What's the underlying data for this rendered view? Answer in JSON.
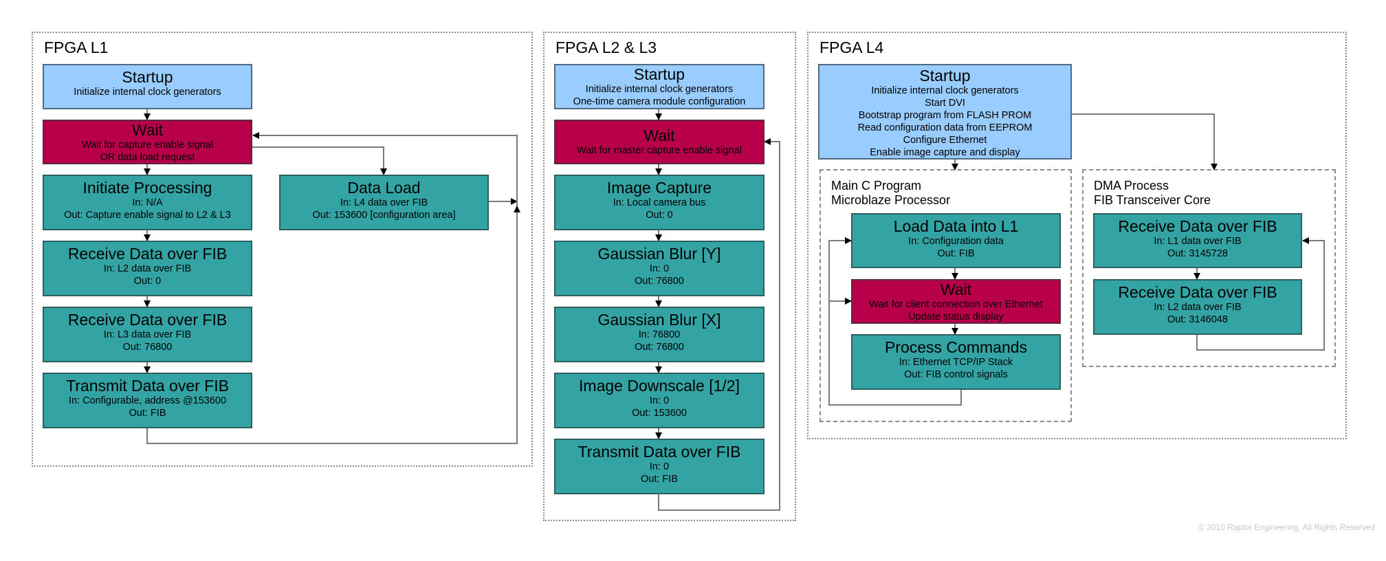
{
  "frames": {
    "l1": {
      "title": "FPGA L1",
      "boxes": {
        "startup": {
          "title": "Startup",
          "lines": [
            "Initialize internal clock generators"
          ]
        },
        "wait": {
          "title": "Wait",
          "lines": [
            "Wait for capture enable signal",
            "OR data load request"
          ]
        },
        "initiate": {
          "title": "Initiate Processing",
          "lines": [
            "In: N/A",
            "Out: Capture enable signal to L2 & L3"
          ]
        },
        "receive_l2": {
          "title": "Receive Data over FIB",
          "lines": [
            "In: L2 data over FIB",
            "Out: 0"
          ]
        },
        "receive_l3": {
          "title": "Receive Data over FIB",
          "lines": [
            "In: L3 data over FIB",
            "Out: 76800"
          ]
        },
        "transmit": {
          "title": "Transmit Data over FIB",
          "lines": [
            "In: Configurable, address @153600",
            "Out: FIB"
          ]
        },
        "data_load": {
          "title": "Data Load",
          "lines": [
            "In: L4 data over FIB",
            "Out: 153600 [configuration area]"
          ]
        }
      }
    },
    "l2l3": {
      "title": "FPGA L2 & L3",
      "boxes": {
        "startup": {
          "title": "Startup",
          "lines": [
            "Initialize internal clock generators",
            "One-time camera module configuration"
          ]
        },
        "wait": {
          "title": "Wait",
          "lines": [
            "Wait for master capture enable signal"
          ]
        },
        "capture": {
          "title": "Image Capture",
          "lines": [
            "In: Local camera bus",
            "Out: 0"
          ]
        },
        "blur_y": {
          "title": "Gaussian Blur [Y]",
          "lines": [
            "In: 0",
            "Out: 76800"
          ]
        },
        "blur_x": {
          "title": "Gaussian Blur [X]",
          "lines": [
            "In: 76800",
            "Out: 76800"
          ]
        },
        "downscale": {
          "title": "Image Downscale [1/2]",
          "lines": [
            "In: 0",
            "Out: 153600"
          ]
        },
        "transmit": {
          "title": "Transmit Data over FIB",
          "lines": [
            "In: 0",
            "Out: FIB"
          ]
        }
      }
    },
    "l4": {
      "title": "FPGA L4",
      "startup": {
        "title": "Startup",
        "lines": [
          "Initialize internal clock generators",
          "Start DVI",
          "Bootstrap program from FLASH PROM",
          "Read configuration data from EEPROM",
          "Configure Ethernet",
          "Enable image capture and display"
        ]
      },
      "main_c": {
        "title_lines": [
          "Main C Program",
          "Microblaze Processor"
        ],
        "boxes": {
          "load": {
            "title": "Load Data into L1",
            "lines": [
              "In: Configuration data",
              "Out: FIB"
            ]
          },
          "wait": {
            "title": "Wait",
            "lines": [
              "Wait for client connection over Ethernet",
              "Update status display"
            ]
          },
          "process": {
            "title": "Process Commands",
            "lines": [
              "In: Ethernet TCP/IP Stack",
              "Out: FIB control signals"
            ]
          }
        }
      },
      "dma": {
        "title_lines": [
          "DMA Process",
          "FIB Transceiver Core"
        ],
        "boxes": {
          "receive_l1": {
            "title": "Receive Data over FIB",
            "lines": [
              "In: L1 data over FIB",
              "Out: 3145728"
            ]
          },
          "receive_l2": {
            "title": "Receive Data over FIB",
            "lines": [
              "In: L2 data over FIB",
              "Out: 3146048"
            ]
          }
        }
      }
    }
  },
  "colors": {
    "startup": "#99ccff",
    "wait": "#b8004a",
    "process": "#33a3a3",
    "connector": "#7a7a7a"
  },
  "copyright": "© 2010 Raptor Engineering, All Rights Reserved"
}
